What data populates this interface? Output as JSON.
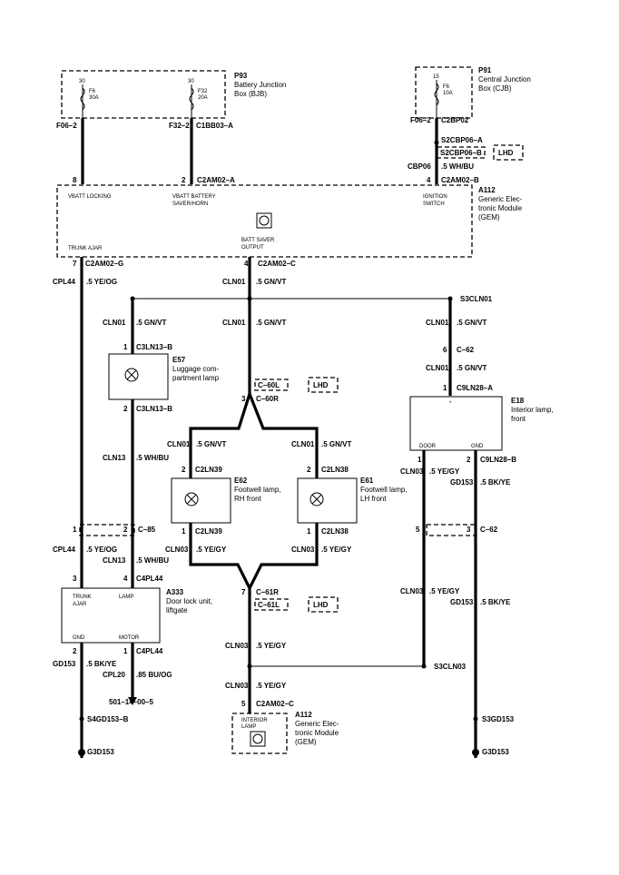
{
  "modules": {
    "bjb": {
      "id": "P93",
      "name1": "Battery Junction",
      "name2": "Box (BJB)"
    },
    "cjb": {
      "id": "P91",
      "name1": "Central Junction",
      "name2": "Box (CJB)"
    },
    "gem": {
      "id": "A112",
      "name1": "Generic Elec-",
      "name2": "tronic Module",
      "name3": "(GEM)"
    },
    "gem2": {
      "id": "A112",
      "name1": "Generic Elec-",
      "name2": "tronic Module",
      "name3": "(GEM)"
    },
    "e57": {
      "id": "E57",
      "name1": "Luggage com-",
      "name2": "partment lamp"
    },
    "e18": {
      "id": "E18",
      "name1": "Interior lamp,",
      "name2": "front"
    },
    "e62": {
      "id": "E62",
      "name1": "Footwell lamp,",
      "name2": "RH front"
    },
    "e61": {
      "id": "E61",
      "name1": "Footwell lamp,",
      "name2": "LH front"
    },
    "a333": {
      "id": "A333",
      "name1": "Door lock unit,",
      "name2": "liftgate"
    }
  },
  "fuses": {
    "f6": {
      "top": "30",
      "name": "F6",
      "amp": "30A"
    },
    "f32": {
      "top": "30",
      "name": "F32",
      "amp": "20A"
    },
    "f6cjb": {
      "top": "15",
      "name": "F6",
      "amp": "10A"
    }
  },
  "pins": {
    "gem_vbatt_locking": "VBATT LOCKING",
    "gem_vbatt_saver1": "VBATT BATTERY",
    "gem_vbatt_saver2": "SAVER/HORN",
    "gem_ignition1": "IGNITION",
    "gem_ignition2": "SWITCH",
    "gem_trunk_ajar": "TRUNK AJAR",
    "gem_batt_saver1": "BATT SAVER",
    "gem_batt_saver2": "OUTPUT",
    "e18_door": "DOOR",
    "e18_gnd": "GND",
    "a333_trunk1": "TRUNK",
    "a333_trunk2": "AJAR",
    "a333_lamp": "LAMP",
    "a333_gnd": "GND",
    "a333_motor": "MOTOR",
    "gem2_interior1": "INTERIOR",
    "gem2_interior2": "LAMP"
  },
  "labels": {
    "f06_2a": "F06–2",
    "f32_2": "F32–2",
    "c1bb03a": "C1BB03–A",
    "f06_2b": "F06–2",
    "c2bp02": "C2BP02",
    "s2cbp06a": "S2CBP06–A",
    "s2cbp06b": "S2CBP06–B",
    "lhd1": "LHD",
    "cbp06": "CBP06",
    "wh_bu1": ".5 WH/BU",
    "pin8": "8",
    "pin2a": "2",
    "c2am02a": "C2AM02–A",
    "pin4a": "4",
    "c2am02b": "C2AM02–B",
    "pin7a": "7",
    "c2am02g": "C2AM02–G",
    "pin4b": "4",
    "c2am02c": "C2AM02–C",
    "cpl44a": "CPL44",
    "ye_og1": ".5 YE/OG",
    "cln01a": "CLN01",
    "gn_vt1": ".5 GN/VT",
    "s3cln01": "S3CLN01",
    "cln01b": "CLN01",
    "gn_vt2": ".5 GN/VT",
    "cln01c": "CLN01",
    "gn_vt3": ".5 GN/VT",
    "cln01d": "CLN01",
    "gn_vt4": ".5 GN/VT",
    "pin1a": "1",
    "c3ln13b_1": "C3LN13–B",
    "pin6": "6",
    "c62a": "C–62",
    "cln01e": "CLN01",
    "gn_vt5": ".5 GN/VT",
    "c60l": "C–60L",
    "lhd2": "LHD",
    "pin3a": "3",
    "c60r": "C–60R",
    "pin1b": "1",
    "c9ln28a": "C9LN28–A",
    "pin2b": "2",
    "c3ln13b_2": "C3LN13–B",
    "cln13a": "CLN13",
    "wh_bu2": ".5 WH/BU",
    "cln01f": "CLN01",
    "gn_vt6": ".5 GN/VT",
    "cln01g": "CLN01",
    "gn_vt7": ".5 GN/VT",
    "pin2c": "2",
    "c2ln39a": "C2LN39",
    "pin2d": "2",
    "c2ln38a": "C2LN38",
    "pin1c": "1",
    "pin2e": "2",
    "c9ln28b": "C9LN28–B",
    "cln03a": "CLN03",
    "ye_gy1": ".5 YE/GY",
    "gd153a": "GD153",
    "bk_ye1": ".5 BK/YE",
    "pin1d": "1",
    "c2ln39b": "C2LN39",
    "pin1e": "1",
    "c2ln38b": "C2LN38",
    "pin1f": "1",
    "pin2f": "2",
    "c85": "C–85",
    "cpl44b": "CPL44",
    "ye_og2": ".5 YE/OG",
    "cln13b": "CLN13",
    "wh_bu3": ".5 WH/BU",
    "cln03b": "CLN03",
    "ye_gy2": ".5 YE/GY",
    "cln03c": "CLN03",
    "ye_gy3": ".5 YE/GY",
    "pin5a": "5",
    "pin3b": "3",
    "c62b": "C–62",
    "pin3c": "3",
    "pin4c": "4",
    "c4pl44a": "C4PL44",
    "pin7b": "7",
    "c61r": "C–61R",
    "c61l": "C–61L",
    "lhd3": "LHD",
    "cln03d": "CLN03",
    "ye_gy4": ".5 YE/GY",
    "gd153b": "GD153",
    "bk_ye2": ".5 BK/YE",
    "cln03e": "CLN03",
    "ye_gy5": ".5 YE/GY",
    "pin2g": "2",
    "pin1g": "1",
    "c4pl44b": "C4PL44",
    "gd153c": "GD153",
    "bk_ye3": ".5 BK/YE",
    "cpl20": "CPL20",
    "bu_og": ".85 BU/OG",
    "s3cln03": "S3CLN03",
    "cln03f": "CLN03",
    "ye_gy6": ".5 YE/GY",
    "ref501": "501–14–00–5",
    "pin5b": "5",
    "c2am02c_2": "C2AM02–C",
    "s4gd153b": "S4GD153–B",
    "s3gd153": "S3GD153",
    "g3d153a": "G3D153",
    "g3d153b": "G3D153"
  }
}
